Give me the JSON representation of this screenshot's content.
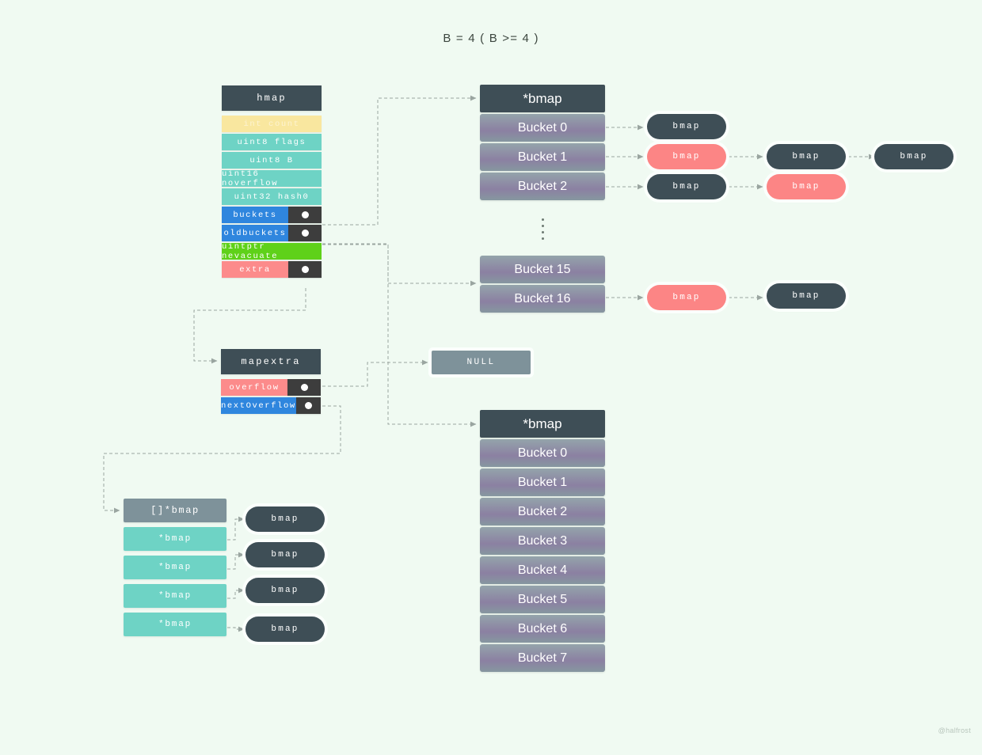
{
  "title": "B = 4 ( B >= 4 )",
  "watermark": "@halfrost",
  "colors": {
    "background": "#F0FAF2",
    "dark_slate": "#3E4E56",
    "yellow": "#F9E79F",
    "teal": "#6ED3C5",
    "blue": "#2F86DE",
    "green": "#5FD119",
    "pink": "#FC8B8B",
    "bucket_gray": "#8C9CA4",
    "pointer_cell": "#3D3D3D",
    "connector": "#9aa5a0"
  },
  "hmap": {
    "header": "hmap",
    "fields": [
      {
        "label": "int count",
        "color": "yellow",
        "pointer": false
      },
      {
        "label": "uint8 flags",
        "color": "teal",
        "pointer": false
      },
      {
        "label": "uint8 B",
        "color": "teal",
        "pointer": false
      },
      {
        "label": "uint16 noverflow",
        "color": "teal",
        "pointer": false
      },
      {
        "label": "uint32 hash0",
        "color": "teal",
        "pointer": false
      },
      {
        "label": "buckets",
        "color": "blue",
        "pointer": true
      },
      {
        "label": "oldbuckets",
        "color": "blue",
        "pointer": true
      },
      {
        "label": "uintptr nevacuate",
        "color": "green",
        "pointer": false
      },
      {
        "label": "extra",
        "color": "pink",
        "pointer": true
      }
    ]
  },
  "mapextra": {
    "header": "mapextra",
    "fields": [
      {
        "label": "overflow",
        "color": "pink",
        "pointer": true
      },
      {
        "label": "nextOverflow",
        "color": "blue",
        "pointer": true
      }
    ]
  },
  "buckets_top": {
    "header": "*bmap",
    "rows": [
      "Bucket 0",
      "Bucket 1",
      "Bucket 2"
    ]
  },
  "buckets_tail": {
    "rows": [
      "Bucket 15",
      "Bucket 16"
    ]
  },
  "buckets_bottom": {
    "header": "*bmap",
    "rows": [
      "Bucket 0",
      "Bucket 1",
      "Bucket 2",
      "Bucket 3",
      "Bucket 4",
      "Bucket 5",
      "Bucket 6",
      "Bucket 7"
    ]
  },
  "overflow_chains": {
    "bucket0": [
      {
        "label": "bmap",
        "style": "dark"
      }
    ],
    "bucket1": [
      {
        "label": "bmap",
        "style": "pink"
      },
      {
        "label": "bmap",
        "style": "dark"
      },
      {
        "label": "bmap",
        "style": "dark"
      }
    ],
    "bucket2": [
      {
        "label": "bmap",
        "style": "dark"
      },
      {
        "label": "bmap",
        "style": "pink"
      }
    ],
    "bucket16": [
      {
        "label": "bmap",
        "style": "pink"
      },
      {
        "label": "bmap",
        "style": "dark"
      }
    ]
  },
  "null_box": {
    "label": "NULL"
  },
  "bmap_array": {
    "header": "[]*bmap",
    "rows": [
      "*bmap",
      "*bmap",
      "*bmap",
      "*bmap"
    ],
    "targets": [
      {
        "label": "bmap",
        "style": "dark"
      },
      {
        "label": "bmap",
        "style": "dark"
      },
      {
        "label": "bmap",
        "style": "dark"
      },
      {
        "label": "bmap",
        "style": "dark"
      }
    ]
  }
}
